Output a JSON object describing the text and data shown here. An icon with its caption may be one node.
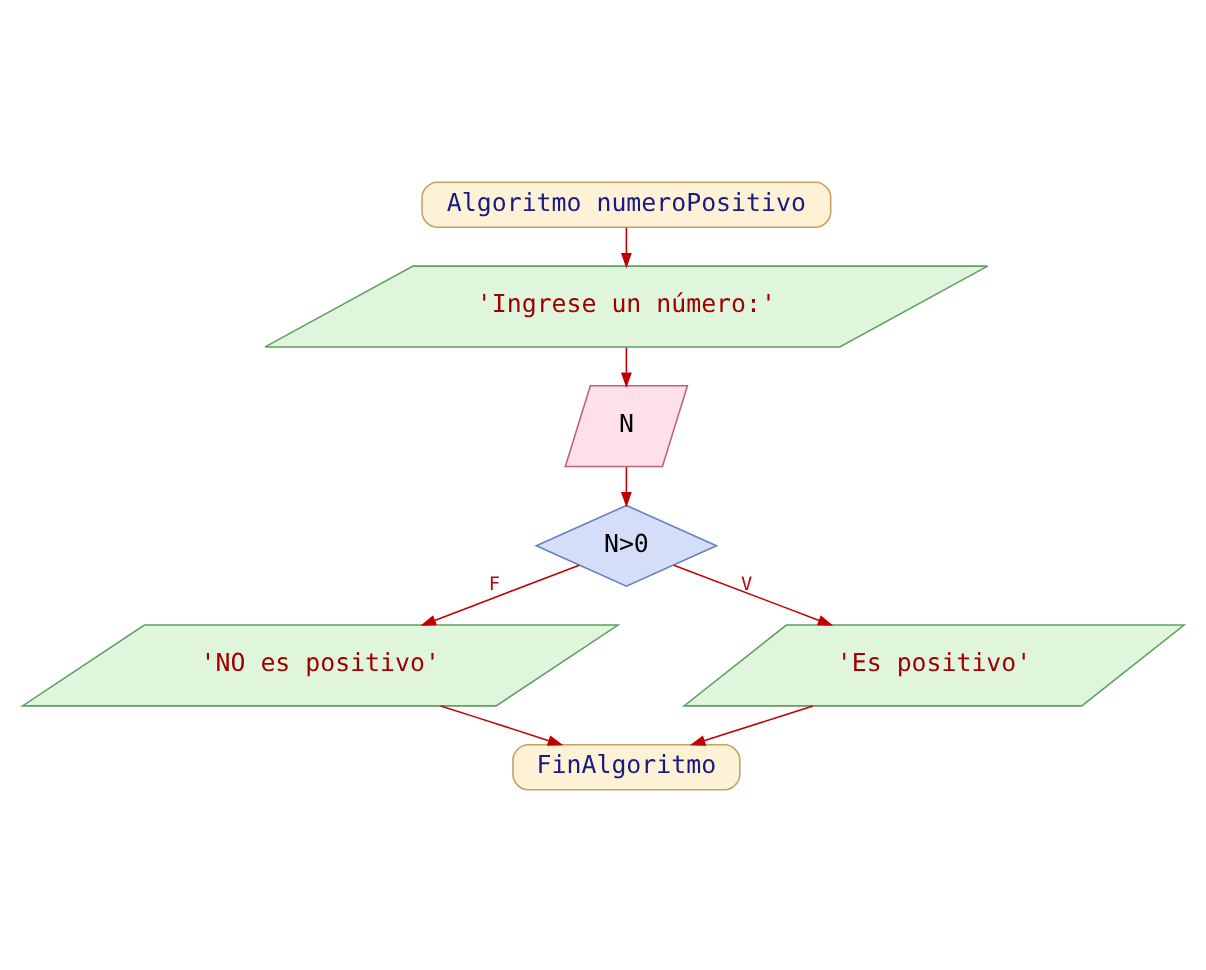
{
  "diagram": {
    "nodes": [
      {
        "text": [
          "Algoritmo numeroPositivo"
        ]
      },
      {
        "text": [
          "'Ingrese un número:'"
        ]
      },
      {
        "text": [
          "N"
        ]
      },
      {
        "text": [
          "N>0"
        ]
      },
      {
        "text": [
          "'NO es positivo'"
        ]
      },
      {
        "text": [
          "'Es positivo'"
        ]
      },
      {
        "text": [
          "FinAlgoritmo"
        ]
      }
    ],
    "edges": [
      {
        "from": 0,
        "to": 1,
        "arrow": "to"
      },
      {
        "from": 1,
        "to": 2,
        "arrow": "to"
      },
      {
        "from": 2,
        "to": 3,
        "arrow": "to"
      },
      {
        "from": 3,
        "to": 4,
        "arrow": "to",
        "label": "F"
      },
      {
        "from": 3,
        "to": 5,
        "arrow": "to",
        "label": "V"
      },
      {
        "from": 4,
        "to": 6,
        "arrow": "to"
      },
      {
        "from": 5,
        "to": 6,
        "arrow": "to"
      }
    ]
  }
}
